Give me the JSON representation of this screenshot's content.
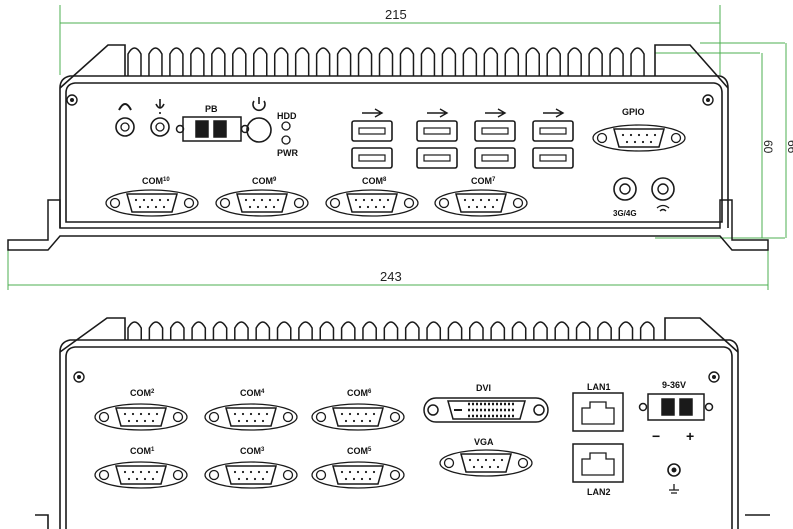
{
  "dimensions": {
    "top_width": "215",
    "base_width": "243",
    "body_height": "60",
    "total_height": "66"
  },
  "front_panel": {
    "pb": "PB",
    "hdd": "HDD",
    "pwr": "PWR",
    "gpio": "GPIO",
    "com_ports": [
      "COM10",
      "COM9",
      "COM8",
      "COM7"
    ],
    "antenna": "3G/4G",
    "icons": [
      "headphone-icon",
      "microphone-icon",
      "power-icon",
      "usb3-icon",
      "wifi-icon"
    ]
  },
  "rear_panel": {
    "com_top": [
      "COM2",
      "COM4",
      "COM6"
    ],
    "com_bottom": [
      "COM1",
      "COM3",
      "COM5"
    ],
    "dvi": "DVI",
    "vga": "VGA",
    "lan1": "LAN1",
    "lan2": "LAN2",
    "power_in": "9-36V",
    "minus": "−",
    "plus": "+",
    "icons": [
      "ground-icon"
    ]
  },
  "colors": {
    "line": "#1a1a1a",
    "dimension": "#4caf50",
    "background": "#ffffff"
  }
}
